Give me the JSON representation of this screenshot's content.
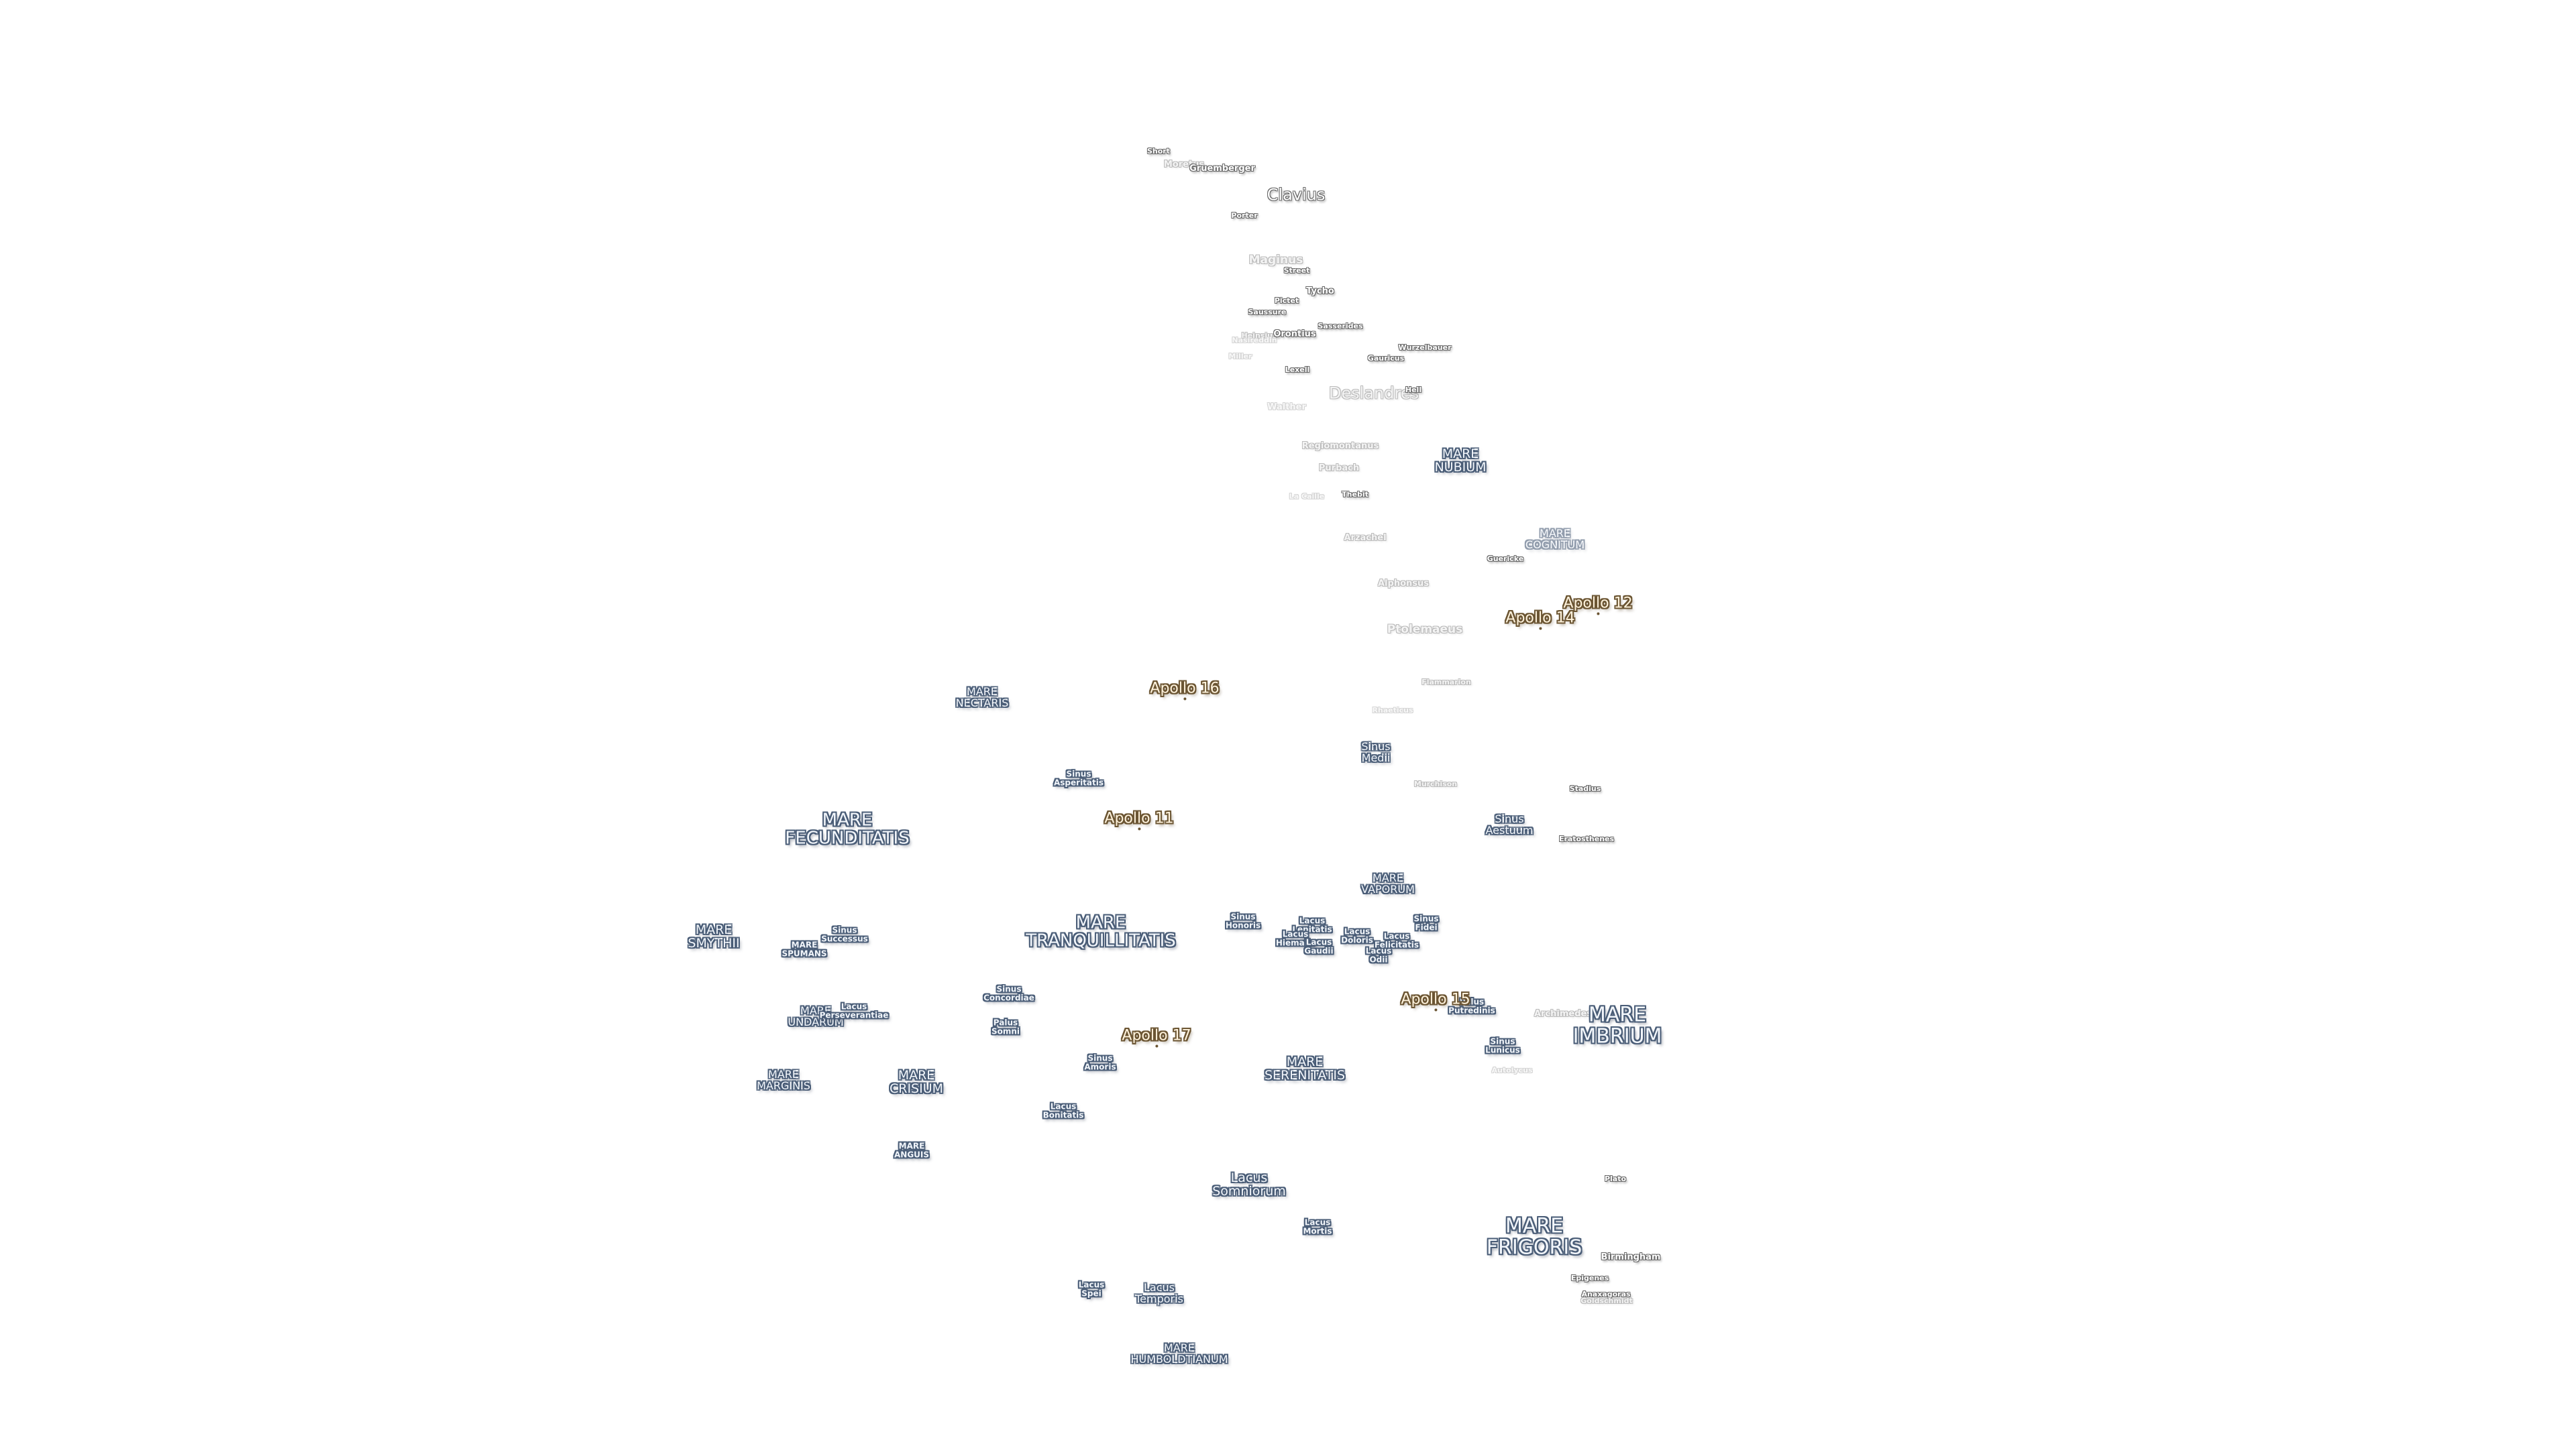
{
  "map": {
    "maria": [
      {
        "id": "nubium",
        "lines": [
          "MARE",
          "NUBIUM"
        ]
      },
      {
        "id": "cognitum",
        "lines": [
          "MARE",
          "COGNITUM"
        ]
      },
      {
        "id": "nectaris",
        "lines": [
          "MARE",
          "NECTARIS"
        ]
      },
      {
        "id": "fecunditatis",
        "lines": [
          "MARE",
          "FECUNDITATIS"
        ]
      },
      {
        "id": "tranquillitatis",
        "lines": [
          "MARE",
          "TRANQUILLITATIS"
        ]
      },
      {
        "id": "smythii",
        "lines": [
          "MARE",
          "SMYTHII"
        ]
      },
      {
        "id": "spumans",
        "lines": [
          "MARE",
          "SPUMANS"
        ]
      },
      {
        "id": "undarum",
        "lines": [
          "MARE",
          "UNDARUM"
        ]
      },
      {
        "id": "marginis",
        "lines": [
          "MARE",
          "MARGINIS"
        ]
      },
      {
        "id": "crisium",
        "lines": [
          "MARE",
          "CRISIUM"
        ]
      },
      {
        "id": "anguis",
        "lines": [
          "MARE",
          "ANGUIS"
        ]
      },
      {
        "id": "serenitatis",
        "lines": [
          "MARE",
          "SERENITATIS"
        ]
      },
      {
        "id": "vaporum",
        "lines": [
          "MARE",
          "VAPORUM"
        ]
      },
      {
        "id": "imbrium",
        "lines": [
          "MARE",
          "IMBRIUM"
        ]
      },
      {
        "id": "frigoris",
        "lines": [
          "MARE",
          "FRIGORIS"
        ]
      },
      {
        "id": "humboldtianum",
        "lines": [
          "MARE",
          "HUMBOLDTIANUM"
        ]
      },
      {
        "id": "sinus-medii",
        "lines": [
          "Sinus",
          "Medii"
        ]
      },
      {
        "id": "sinus-aestuum",
        "lines": [
          "Sinus",
          "Aestuum"
        ]
      },
      {
        "id": "sinus-asperitatis",
        "lines": [
          "Sinus",
          "Asperitatis"
        ]
      },
      {
        "id": "sinus-successus",
        "lines": [
          "Sinus",
          "Successus"
        ]
      },
      {
        "id": "sinus-concordiae",
        "lines": [
          "Sinus",
          "Concordiae"
        ]
      },
      {
        "id": "palus-somni",
        "lines": [
          "Palus",
          "Somni"
        ]
      },
      {
        "id": "sinus-amoris",
        "lines": [
          "Sinus",
          "Amoris"
        ]
      },
      {
        "id": "lacus-bonitatis",
        "lines": [
          "Lacus",
          "Bonitatis"
        ]
      },
      {
        "id": "lacus-perseverantiae",
        "lines": [
          "Lacus",
          "Perseverantiae"
        ]
      },
      {
        "id": "sinus-honoris",
        "lines": [
          "Sinus",
          "Honoris"
        ]
      },
      {
        "id": "lacus-lenitatis",
        "lines": [
          "Lacus",
          "Lenitatis"
        ]
      },
      {
        "id": "lacus-hiemalis",
        "lines": [
          "Lacus",
          "Hiemalis"
        ]
      },
      {
        "id": "lacus-gaudii",
        "lines": [
          "Lacus",
          "Gaudii"
        ]
      },
      {
        "id": "lacus-doloris",
        "lines": [
          "Lacus",
          "Doloris"
        ]
      },
      {
        "id": "lacus-felicitatis",
        "lines": [
          "Lacus",
          "Felicitatis"
        ]
      },
      {
        "id": "lacus-odii",
        "lines": [
          "Lacus",
          "Odii"
        ]
      },
      {
        "id": "sinus-fidei",
        "lines": [
          "Sinus",
          "Fidei"
        ]
      },
      {
        "id": "palus-putredinis",
        "lines": [
          "Palus",
          "Putredinis"
        ]
      },
      {
        "id": "sinus-lunicus",
        "lines": [
          "Sinus",
          "Lunicus"
        ]
      },
      {
        "id": "lacus-somniorum",
        "lines": [
          "Lacus",
          "Somniorum"
        ]
      },
      {
        "id": "lacus-mortis",
        "lines": [
          "Lacus",
          "Mortis"
        ]
      },
      {
        "id": "lacus-spei",
        "lines": [
          "Lacus",
          "Spei"
        ]
      },
      {
        "id": "lacus-temporis",
        "lines": [
          "Lacus",
          "Temporis"
        ]
      }
    ],
    "craters": [
      {
        "id": "short",
        "name": "Short"
      },
      {
        "id": "moretus",
        "name": "Moretus"
      },
      {
        "id": "gruemberger",
        "name": "Gruemberger"
      },
      {
        "id": "clavius",
        "name": "Clavius"
      },
      {
        "id": "porter",
        "name": "Porter"
      },
      {
        "id": "maginus",
        "name": "Maginus"
      },
      {
        "id": "street",
        "name": "Street"
      },
      {
        "id": "tycho",
        "name": "Tycho"
      },
      {
        "id": "pictet",
        "name": "Pictet"
      },
      {
        "id": "saussure",
        "name": "Saussure"
      },
      {
        "id": "heinsius",
        "name": "Heinsius"
      },
      {
        "id": "orontius",
        "name": "Orontius"
      },
      {
        "id": "nasireddin",
        "name": "Nasireddin"
      },
      {
        "id": "miller",
        "name": "Miller"
      },
      {
        "id": "sasserides",
        "name": "Sasserides"
      },
      {
        "id": "wurzelbauer",
        "name": "Wurzelbauer"
      },
      {
        "id": "gauricus",
        "name": "Gauricus"
      },
      {
        "id": "lexell",
        "name": "Lexell"
      },
      {
        "id": "deslandres",
        "name": "Deslandres"
      },
      {
        "id": "hell",
        "name": "Hell"
      },
      {
        "id": "walther",
        "name": "Walther"
      },
      {
        "id": "regiomontanus",
        "name": "Regiomontanus"
      },
      {
        "id": "purbach",
        "name": "Purbach"
      },
      {
        "id": "thebit",
        "name": "Thebit"
      },
      {
        "id": "lacaille",
        "name": "La Caille"
      },
      {
        "id": "arzachel",
        "name": "Arzachel"
      },
      {
        "id": "guericke",
        "name": "Guericke"
      },
      {
        "id": "alphonsus",
        "name": "Alphonsus"
      },
      {
        "id": "ptolemaeus",
        "name": "Ptolemaeus"
      },
      {
        "id": "flammarion",
        "name": "Flammarion"
      },
      {
        "id": "rhaeticus",
        "name": "Rhaeticus"
      },
      {
        "id": "murchison",
        "name": "Murchison"
      },
      {
        "id": "stadius",
        "name": "Stadius"
      },
      {
        "id": "eratosthenes",
        "name": "Eratosthenes"
      },
      {
        "id": "archimedes",
        "name": "Archimedes"
      },
      {
        "id": "autolycus",
        "name": "Autolycus"
      },
      {
        "id": "plato",
        "name": "Plato"
      },
      {
        "id": "birmingham",
        "name": "Birmingham"
      },
      {
        "id": "epigenes",
        "name": "Epigenes"
      },
      {
        "id": "anaxagoras",
        "name": "Anaxagoras"
      },
      {
        "id": "goldschmidt",
        "name": "Goldschmidt"
      }
    ],
    "missions": [
      {
        "id": "apollo-12",
        "name": "Apollo 12"
      },
      {
        "id": "apollo-14",
        "name": "Apollo 14"
      },
      {
        "id": "apollo-16",
        "name": "Apollo 16"
      },
      {
        "id": "apollo-11",
        "name": "Apollo 11"
      },
      {
        "id": "apollo-17",
        "name": "Apollo 17"
      },
      {
        "id": "apollo-15",
        "name": "Apollo 15"
      }
    ]
  }
}
